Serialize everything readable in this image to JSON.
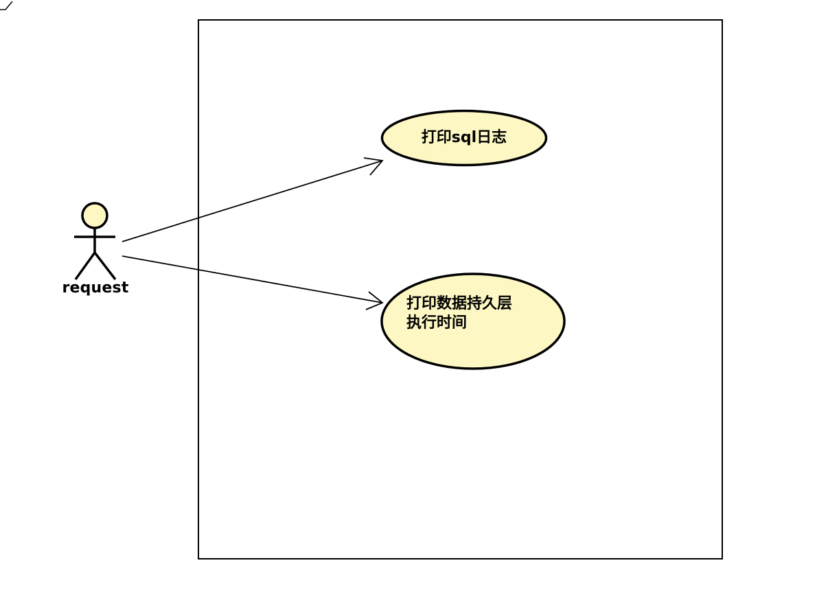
{
  "diagram": {
    "type": "uml-use-case",
    "actor": {
      "label": "request",
      "fill_color": "#fdf8c3",
      "stroke_color": "#000000"
    },
    "use_cases": [
      {
        "label": "打印sql日志"
      },
      {
        "label": "打印数据持久层\n执行时间"
      }
    ],
    "associations": [
      {
        "from": "request",
        "to": "打印sql日志",
        "arrow": "open"
      },
      {
        "from": "request",
        "to": "打印数据持久层执行时间",
        "arrow": "open"
      }
    ],
    "colors": {
      "use_case_fill": "#fdf8c3",
      "stroke": "#000000",
      "background": "#ffffff"
    }
  }
}
